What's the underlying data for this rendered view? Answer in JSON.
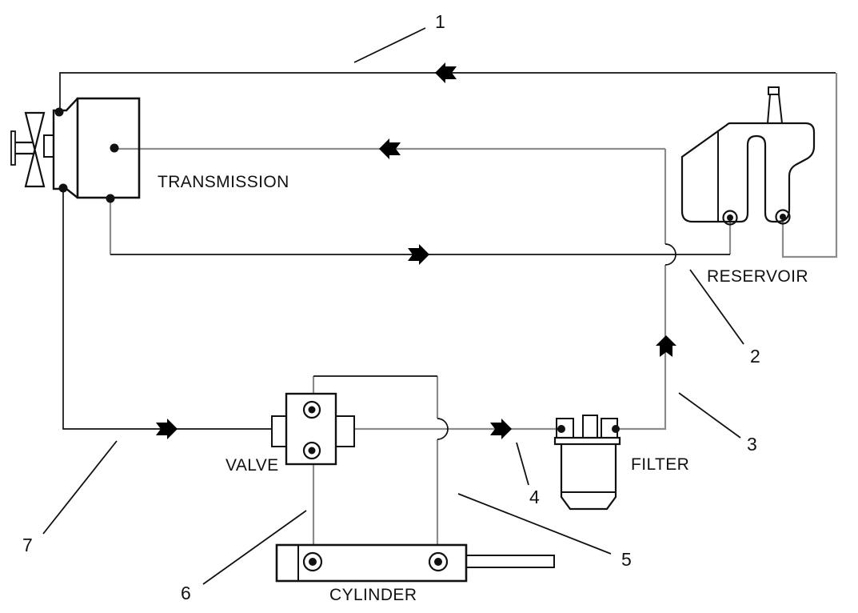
{
  "diagram": {
    "background_color": "#ffffff",
    "line_colors": {
      "hose_gray": "#8c8c8c",
      "line_black": "#111111",
      "arrow_black": "#000000"
    },
    "components": [
      {
        "key": "transmission",
        "label": "TRANSMISSION"
      },
      {
        "key": "reservoir",
        "label": "RESERVOIR"
      },
      {
        "key": "valve",
        "label": "VALVE"
      },
      {
        "key": "filter",
        "label": "FILTER"
      },
      {
        "key": "cylinder",
        "label": "CYLINDER"
      }
    ],
    "callouts": [
      {
        "number": "1"
      },
      {
        "number": "2"
      },
      {
        "number": "3"
      },
      {
        "number": "4"
      },
      {
        "number": "5"
      },
      {
        "number": "6"
      },
      {
        "number": "7"
      }
    ],
    "flow_arrows": [
      {
        "id": "top-line-arrow",
        "direction": "left"
      },
      {
        "id": "mid-line-arrow",
        "direction": "left"
      },
      {
        "id": "return-line-arrow",
        "direction": "right"
      },
      {
        "id": "supply-line-arrow",
        "direction": "right"
      },
      {
        "id": "valve-to-filter-arrow",
        "direction": "right"
      },
      {
        "id": "filter-riser-arrow",
        "direction": "up"
      }
    ]
  }
}
